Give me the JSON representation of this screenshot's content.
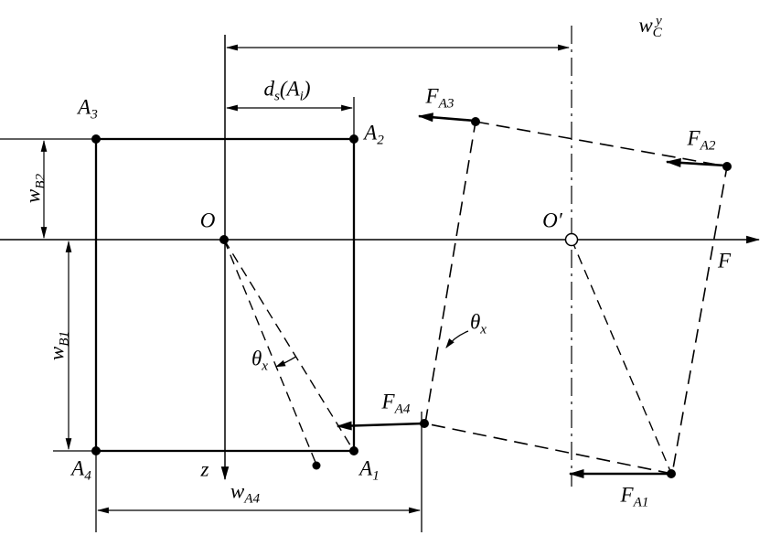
{
  "figure": {
    "type": "engineering-force-diagram",
    "line_color": "#000000",
    "background_color": "#ffffff"
  },
  "labels": {
    "A3": [
      {
        "text": "A"
      },
      {
        "text": "3",
        "style": "sub"
      }
    ],
    "A2": [
      {
        "text": "A"
      },
      {
        "text": "2",
        "style": "sub"
      }
    ],
    "A1": [
      {
        "text": "A"
      },
      {
        "text": "1",
        "style": "sub"
      }
    ],
    "A4": [
      {
        "text": "A"
      },
      {
        "text": "4",
        "style": "sub"
      }
    ],
    "O": [
      {
        "text": "O"
      }
    ],
    "O_prime": [
      {
        "text": "O′"
      }
    ],
    "F": [
      {
        "text": "F"
      }
    ],
    "z": [
      {
        "text": "z"
      }
    ],
    "F_A3": [
      {
        "text": "F"
      },
      {
        "text": "A3",
        "style": "sub"
      }
    ],
    "F_A2": [
      {
        "text": "F"
      },
      {
        "text": "A2",
        "style": "sub"
      }
    ],
    "F_A4": [
      {
        "text": "F"
      },
      {
        "text": "A4",
        "style": "sub"
      }
    ],
    "F_A1": [
      {
        "text": "F"
      },
      {
        "text": "A1",
        "style": "sub"
      }
    ],
    "theta_x_left": [
      {
        "text": "θ"
      },
      {
        "text": "x",
        "style": "sub"
      }
    ],
    "theta_x_right": [
      {
        "text": "θ"
      },
      {
        "text": "x",
        "style": "sub"
      }
    ],
    "w_B2": [
      {
        "text": "w"
      },
      {
        "text": "B2",
        "style": "sub"
      }
    ],
    "w_B1": [
      {
        "text": "w"
      },
      {
        "text": "B1",
        "style": "sub"
      }
    ],
    "w_C_y": [
      {
        "text": "w"
      },
      {
        "text": "C",
        "style": "sub"
      },
      {
        "text": "y",
        "style": "sup_stacked"
      }
    ],
    "d_s_Ai": [
      {
        "text": "d"
      },
      {
        "text": "s",
        "style": "sub"
      },
      {
        "text": "("
      },
      {
        "text": "A"
      },
      {
        "text": "i",
        "style": "sub"
      },
      {
        "text": ")"
      }
    ],
    "w_A4": [
      {
        "text": "w"
      },
      {
        "text": "A4",
        "style": "sub"
      }
    ]
  }
}
